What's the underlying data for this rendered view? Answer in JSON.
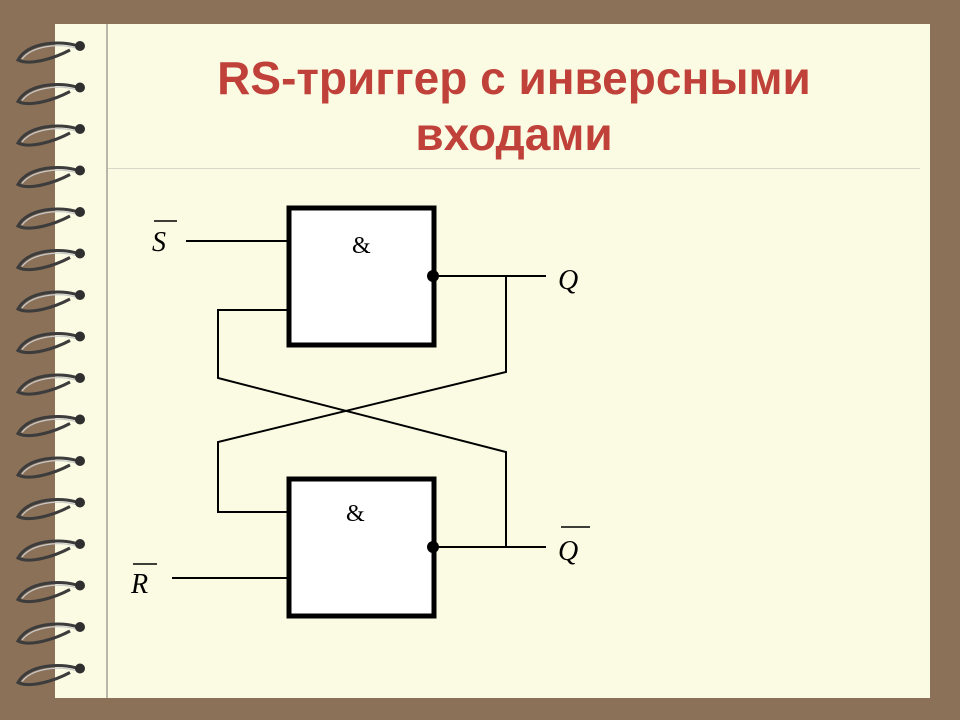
{
  "slide": {
    "title_line1": "RS-триггер с инверсными",
    "title_line2": "входами"
  },
  "diagram": {
    "gate_top_symbol": "&",
    "gate_bottom_symbol": "&",
    "input_s": "S",
    "input_r": "R",
    "output_q": "Q",
    "output_q_bar": "Q"
  },
  "colors": {
    "frame": "#8b7158",
    "paper": "#fbfbe3",
    "title": "#c0403a"
  }
}
